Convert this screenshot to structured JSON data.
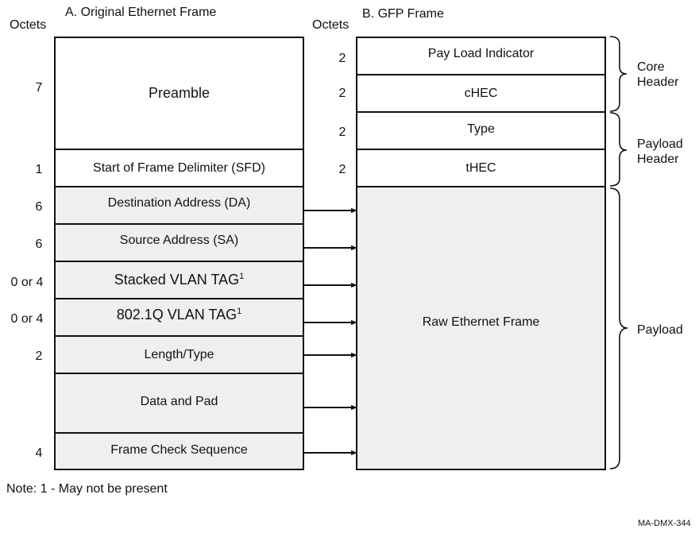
{
  "left": {
    "title": "A. Original Ethernet Frame",
    "octets_label": "Octets",
    "fields": [
      {
        "label": "Preamble",
        "octets": "7"
      },
      {
        "label": "Start of Frame Delimiter (SFD)",
        "octets": "1"
      },
      {
        "label": "Destination Address (DA)",
        "octets": "6"
      },
      {
        "label": "Source Address (SA)",
        "octets": "6"
      },
      {
        "label": "Stacked VLAN TAG",
        "sup": "1",
        "octets": "0 or 4"
      },
      {
        "label": "802.1Q VLAN TAG",
        "sup": "1",
        "octets": "0 or 4"
      },
      {
        "label": "Length/Type",
        "octets": "2"
      },
      {
        "label": "Data and Pad",
        "octets": ""
      },
      {
        "label": "Frame Check Sequence",
        "octets": "4"
      }
    ]
  },
  "right": {
    "title": "B. GFP Frame",
    "octets_label": "Octets",
    "fields": [
      {
        "label": "Pay Load Indicator",
        "octets": "2"
      },
      {
        "label": "cHEC",
        "octets": "2"
      },
      {
        "label": "Type",
        "octets": "2"
      },
      {
        "label": "tHEC",
        "octets": "2"
      },
      {
        "label": "Raw Ethernet Frame",
        "octets": ""
      }
    ],
    "braces": {
      "core": [
        "Core",
        "Header"
      ],
      "payload_header": [
        "Payload",
        "Header"
      ],
      "payload": "Payload"
    }
  },
  "note": "Note:  1 - May not be present",
  "figure_code": "MA-DMX-344",
  "colors": {
    "shaded": "#eeeff0",
    "line": "#111111"
  }
}
